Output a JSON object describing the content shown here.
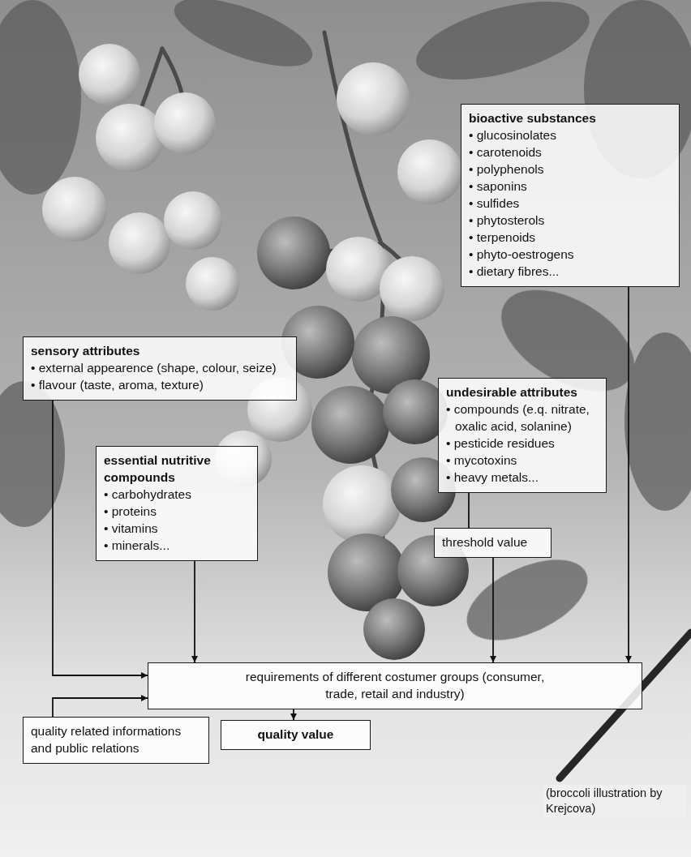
{
  "diagram": {
    "nodes": [
      {
        "text": [
          "bioactive substances",
          "• glucosinolates",
          "• carotenoids",
          "• polyphenols",
          "• saponins",
          "• sulfides",
          "• phytosterols",
          "• terpenoids",
          "• phyto-oestrogens",
          "• dietary fibres..."
        ]
      },
      {
        "text": [
          "sensory attributes",
          "• external appearence (shape, colour, seize)",
          "• flavour (taste, aroma, texture)"
        ]
      },
      {
        "text": [
          "undesirable attributes",
          "• compounds (e.q. nitrate, oxalic acid, solanine)",
          "• pesticide residues",
          "• mycotoxins",
          "• heavy metals..."
        ]
      },
      {
        "text": [
          "essential nutritive compounds",
          "• carbohydrates",
          "• proteins",
          "• vitamins",
          "• minerals..."
        ]
      },
      {
        "text": [
          "threshold value"
        ]
      },
      {
        "text": [
          "requirements of different costumer groups (consumer, trade, retail and industry)"
        ]
      },
      {
        "text": [
          "quality related informations and public relations"
        ]
      },
      {
        "text": [
          "quality value"
        ]
      }
    ],
    "edges": [
      {
        "from": 1,
        "to": 5,
        "arrow": "to"
      },
      {
        "from": 3,
        "to": 5,
        "arrow": "to"
      },
      {
        "from": 2,
        "to": 4,
        "arrow": "none"
      },
      {
        "from": 4,
        "to": 5,
        "arrow": "to"
      },
      {
        "from": 0,
        "to": 5,
        "arrow": "to"
      },
      {
        "from": 6,
        "to": 5,
        "arrow": "to"
      },
      {
        "from": 5,
        "to": 7,
        "arrow": "to"
      }
    ],
    "labels": [
      "(broccoli illustration by Krejcova)"
    ]
  }
}
